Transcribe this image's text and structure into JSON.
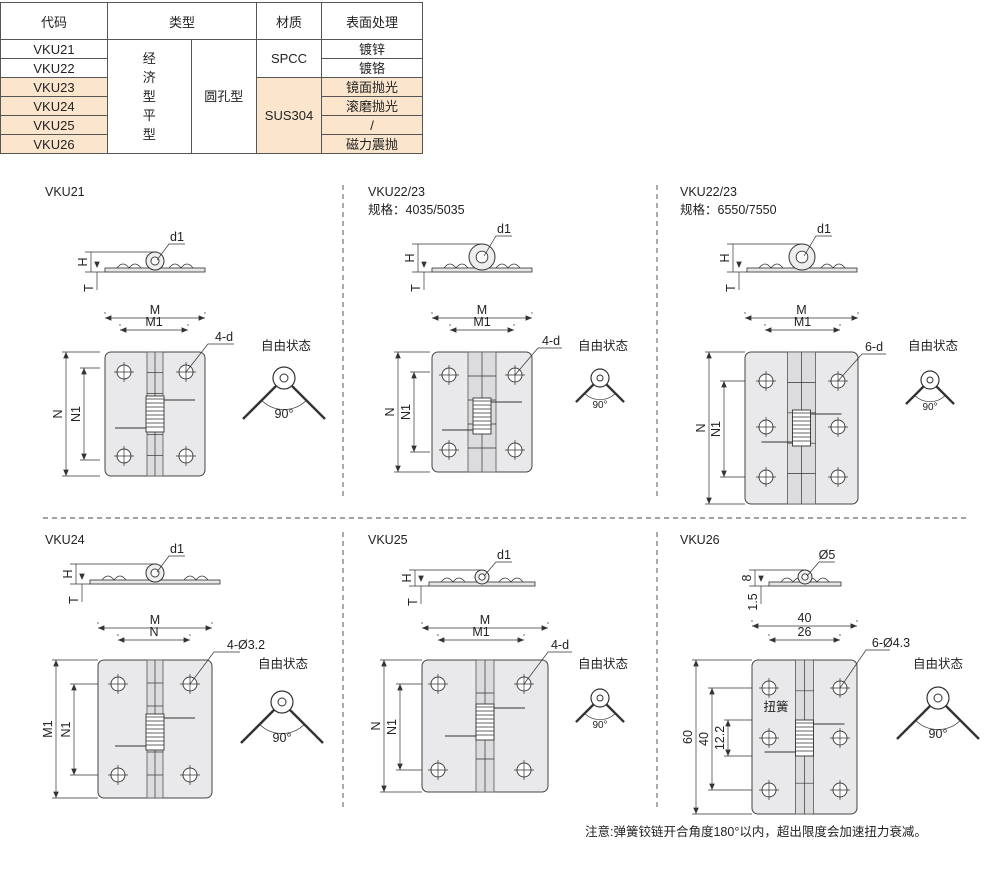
{
  "table": {
    "headers": {
      "code": "代码",
      "type": "类型",
      "material": "材质",
      "finish": "表面处理"
    },
    "codes": [
      "VKU21",
      "VKU22",
      "VKU23",
      "VKU24",
      "VKU25",
      "VKU26"
    ],
    "type_group": "经济型平型",
    "type_sub": "圆孔型",
    "materials": [
      "SPCC",
      "SUS304"
    ],
    "finishes": [
      "镀锌",
      "镀铬",
      "镜面抛光",
      "滚磨抛光",
      "/",
      "磁力震抛"
    ],
    "highlight_color": "#fbe5cc"
  },
  "sections": [
    {
      "title": "VKU21",
      "subtitle": ""
    },
    {
      "title": "VKU22/23",
      "subtitle": "规格：4035/5035"
    },
    {
      "title": "VKU22/23",
      "subtitle": "规格：6550/7550"
    },
    {
      "title": "VKU24",
      "subtitle": ""
    },
    {
      "title": "VKU25",
      "subtitle": ""
    },
    {
      "title": "VKU26",
      "subtitle": ""
    }
  ],
  "labels": {
    "free_state": "自由状态",
    "angle": "90°",
    "H": "H",
    "T": "T",
    "M": "M",
    "M1": "M1",
    "N": "N",
    "N1": "N1",
    "d1": "d1",
    "holes_4d": "4-d",
    "holes_6d": "6-d",
    "holes_4_32": "4-Ø3.2",
    "holes_6_43": "6-Ø4.3",
    "dia5": "Ø5",
    "dim8": "8",
    "dim15": "1.5",
    "dim40w": "40",
    "dim26": "26",
    "dim60": "60",
    "dim40h": "40",
    "dim122": "12.2",
    "torsion_spring": "扭簧"
  },
  "note": "注意:弹簧铰链开合角度180°以内，超出限度会加速扭力衰减。"
}
